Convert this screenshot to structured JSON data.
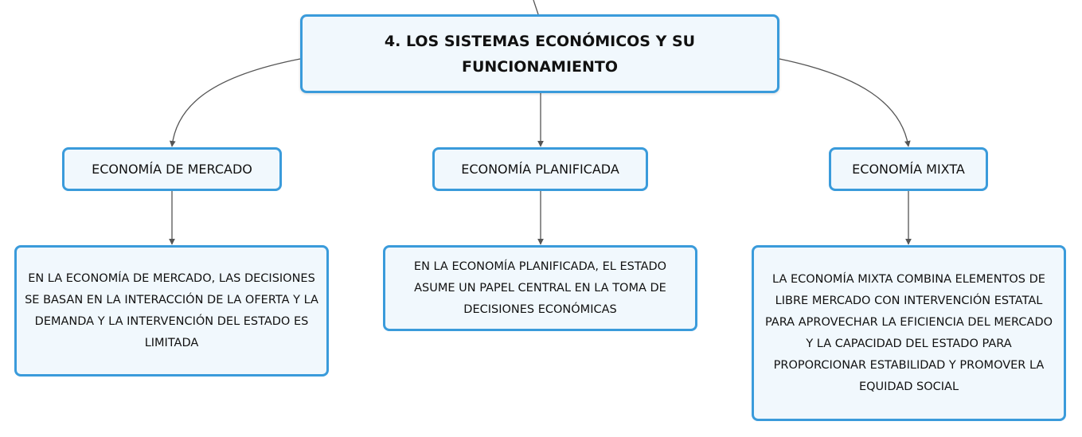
{
  "diagram": {
    "root": {
      "label": "4. LOS SISTEMAS ECONÓMICOS Y SU FUNCIONAMIENTO"
    },
    "branches": [
      {
        "label": "ECONOMÍA DE MERCADO",
        "detail": "EN LA ECONOMÍA DE MERCADO, LAS DECISIONES SE BASAN EN LA INTERACCIÓN DE LA OFERTA Y LA DEMANDA Y LA INTERVENCIÓN DEL ESTADO ES LIMITADA"
      },
      {
        "label": "ECONOMÍA PLANIFICADA",
        "detail": "EN LA ECONOMÍA PLANIFICADA, EL ESTADO ASUME UN PAPEL CENTRAL EN LA TOMA DE DECISIONES ECONÓMICAS"
      },
      {
        "label": "ECONOMÍA MIXTA",
        "detail": "LA ECONOMÍA MIXTA COMBINA ELEMENTOS DE LIBRE MERCADO CON INTERVENCIÓN ESTATAL PARA APROVECHAR LA EFICIENCIA DEL MERCADO Y LA CAPACIDAD DEL ESTADO PARA PROPORCIONAR ESTABILIDAD Y PROMOVER LA EQUIDAD SOCIAL"
      }
    ],
    "colors": {
      "node_border": "#3a9bdb",
      "node_fill": "#f1f8fd",
      "connector": "#555555"
    }
  }
}
